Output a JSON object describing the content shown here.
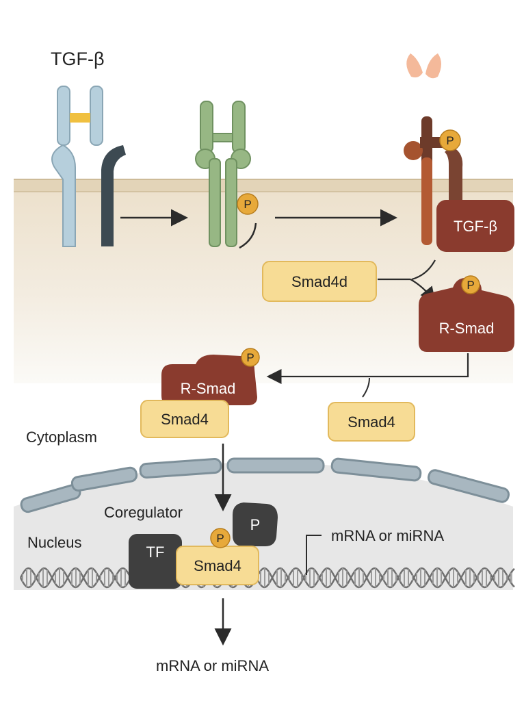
{
  "labels": {
    "ligand": "TGF-β",
    "cytoplasm": "Cytoplasm",
    "nucleus": "Nucleus",
    "coregulator": "Coregulator",
    "mrna_side": "mRNA or miRNA",
    "mrna_bottom": "mRNA or miRNA"
  },
  "boxes": {
    "tgfb_box": "TGF-β",
    "smad4d": "Smad4d",
    "rsmad_right": "R-Smad",
    "rsmad_left": "R-Smad",
    "smad4_complex": "Smad4",
    "smad4_free": "Smad4",
    "smad4_nucleus": "Smad4",
    "tf": "TF"
  },
  "phospho": {
    "p_middle_receptor": "P",
    "p_active_receptor": "P",
    "p_rsmad_right": "P",
    "p_rsmad_left": "P",
    "p_nucleus_smad": "P",
    "p_coregulator": "P"
  },
  "colors": {
    "membrane": "#e8dcc6",
    "cytoplasm_top": "#eee3d0",
    "nucleus_fill": "#e6e6e6",
    "envelope": "#8d9ea8",
    "smad4_yellow": "#f7dc95",
    "rsmad_brown": "#8a3b2e",
    "phospho_orange": "#e7a93a",
    "receptor_blue": "#a9c4d2",
    "receptor_dark": "#3d4a52",
    "receptor_green": "#8fae7c",
    "receptor_brown": "#7a4432",
    "tf_dark": "#3f3f3f"
  }
}
